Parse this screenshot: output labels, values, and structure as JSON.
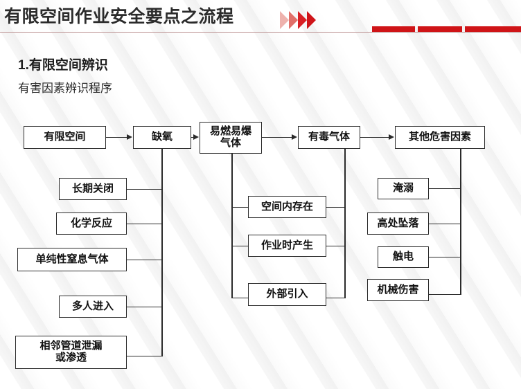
{
  "header": {
    "title": "有限空间作业安全要点之流程",
    "chevron_icon": "double-chevron-right-icon",
    "accent_color": "#cf1417",
    "blocks": 3
  },
  "section": {
    "number_title": "1.有限空间辨识",
    "subtitle": "有害因素辨识程序"
  },
  "diagram": {
    "type": "flowchart",
    "top_row": [
      {
        "id": "n1",
        "label": "有限空间"
      },
      {
        "id": "n2",
        "label": "缺氧"
      },
      {
        "id": "n3",
        "label": "易燃易爆\n气体",
        "line1": "易燃易爆",
        "line2": "气体"
      },
      {
        "id": "n4",
        "label": "有毒气体"
      },
      {
        "id": "n5",
        "label": "其他危害因素"
      }
    ],
    "branch_oxygen": {
      "parent": "缺氧",
      "items": [
        {
          "label": "长期关闭"
        },
        {
          "label": "化学反应"
        },
        {
          "label": "单纯性窒息气体"
        },
        {
          "label": "多人进入"
        },
        {
          "line1": "相邻管道泄漏",
          "line2": "或渗透"
        }
      ]
    },
    "branch_gas": {
      "parents": [
        "易燃易爆气体",
        "有毒气体"
      ],
      "items": [
        {
          "label": "空间内存在"
        },
        {
          "label": "作业时产生"
        },
        {
          "label": "外部引入"
        }
      ]
    },
    "branch_other": {
      "parent": "其他危害因素",
      "items": [
        {
          "label": "淹溺"
        },
        {
          "label": "高处坠落"
        },
        {
          "label": "触电"
        },
        {
          "label": "机械伤害"
        }
      ]
    }
  }
}
